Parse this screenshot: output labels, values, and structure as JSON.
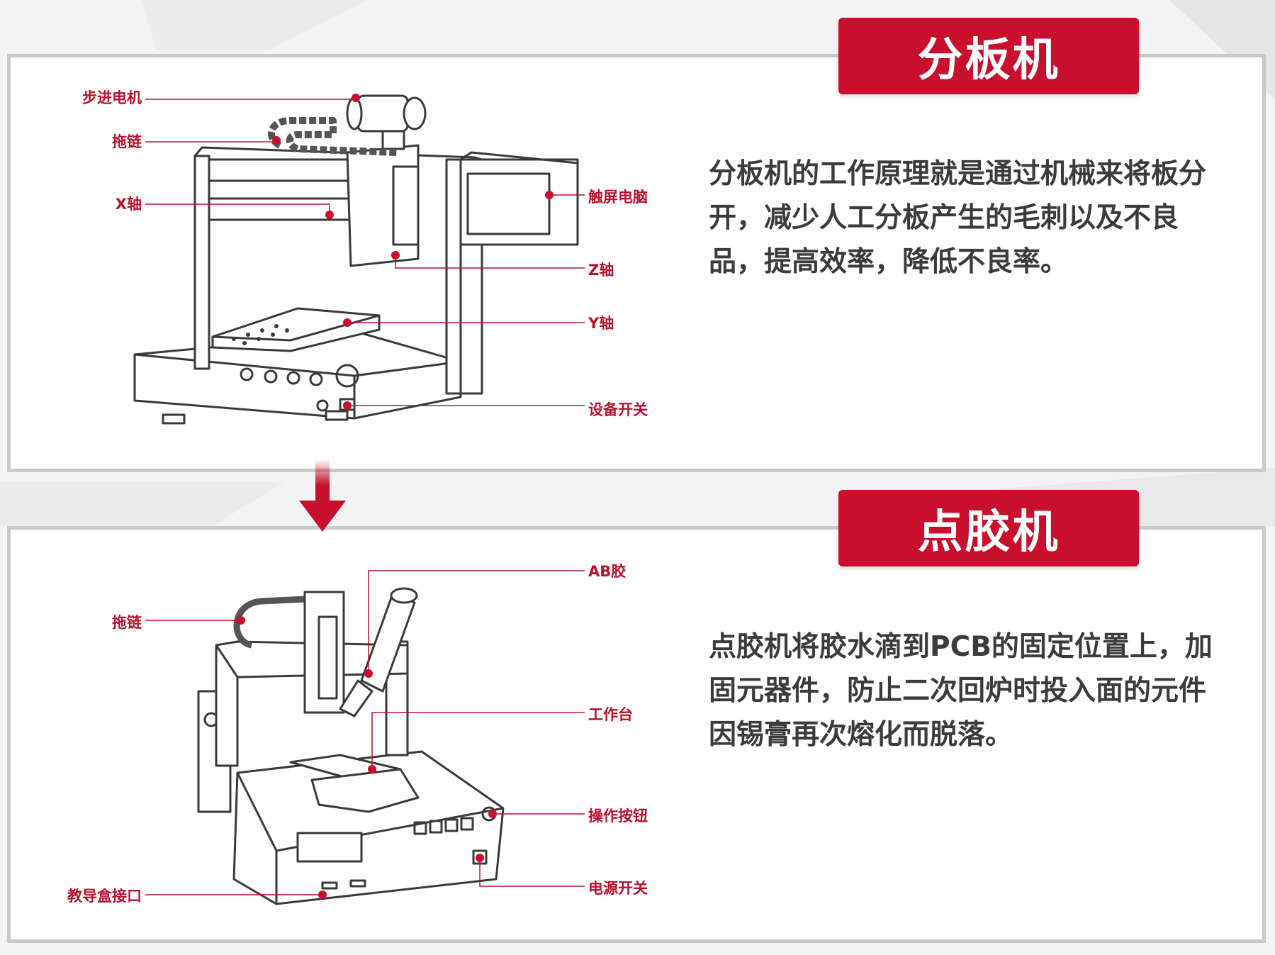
{
  "colors": {
    "accent": "#c8102e",
    "label": "#b8122b",
    "frame": "#c9c9c9",
    "text": "#3b3b3b"
  },
  "section1": {
    "title": "分板机",
    "description": "分板机的工作原理就是通过机械来将板分开，减少人工分板产生的毛刺以及不良品，提高效率，降低不良率。",
    "labels": {
      "stepper_motor": "步进电机",
      "drag_chain": "拖链",
      "x_axis": "X轴",
      "touch_screen": "触屏电脑",
      "z_axis": "Z轴",
      "y_axis": "Y轴",
      "power_switch": "设备开关"
    }
  },
  "section2": {
    "title": "点胶机",
    "description": "点胶机将胶水滴到PCB的固定位置上，加固元器件，防止二次回炉时投入面的元件因锡膏再次熔化而脱落。",
    "labels": {
      "ab_glue": "AB胶",
      "drag_chain": "拖链",
      "workbench": "工作台",
      "buttons": "操作按钮",
      "power_switch": "电源开关",
      "teach_port": "教导盒接口"
    }
  }
}
